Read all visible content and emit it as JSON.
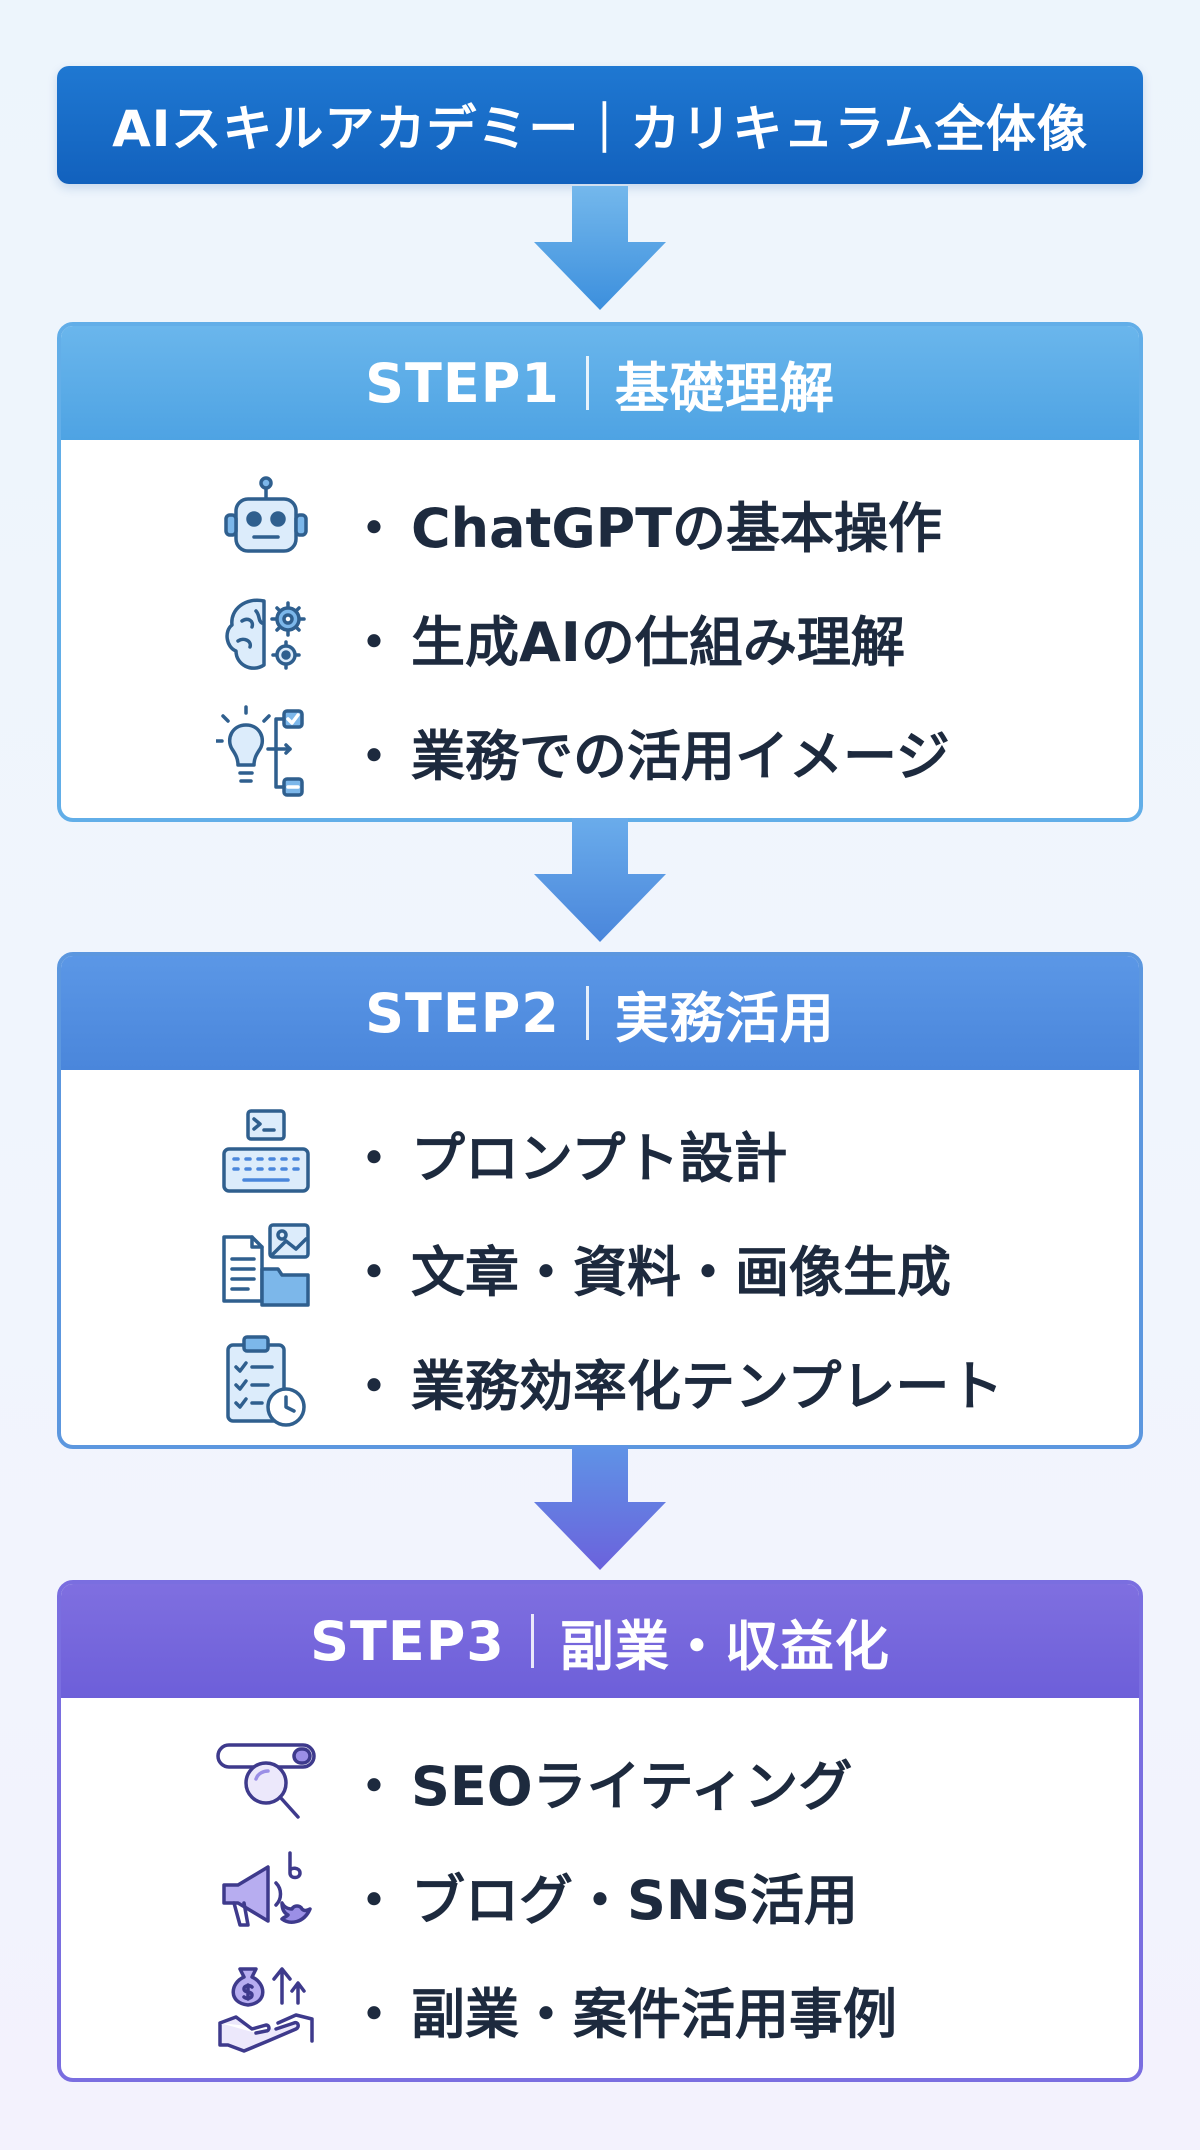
{
  "title": "AIスキルアカデミー｜カリキュラム全体像",
  "steps": [
    {
      "label": "STEP1",
      "name": "基礎理解",
      "items": [
        {
          "icon": "robot-icon",
          "text": "ChatGPTの基本操作"
        },
        {
          "icon": "brain-gears-icon",
          "text": "生成AIの仕組み理解"
        },
        {
          "icon": "lightbulb-flow-icon",
          "text": "業務での活用イメージ"
        }
      ]
    },
    {
      "label": "STEP2",
      "name": "実務活用",
      "items": [
        {
          "icon": "keyboard-terminal-icon",
          "text": "プロンプト設計"
        },
        {
          "icon": "document-image-folder-icon",
          "text": "文章・資料・画像生成"
        },
        {
          "icon": "clipboard-clock-icon",
          "text": "業務効率化テンプレート"
        }
      ]
    },
    {
      "label": "STEP3",
      "name": "副業・収益化",
      "items": [
        {
          "icon": "search-bar-magnifier-icon",
          "text": "SEOライティング"
        },
        {
          "icon": "megaphone-social-icon",
          "text": "ブログ・SNS活用"
        },
        {
          "icon": "money-handshake-icon",
          "text": "副業・案件活用事例"
        }
      ]
    }
  ],
  "colors": {
    "title_bg": "#1769c5",
    "step1": "#5aaae8",
    "step2": "#5590e1",
    "step3": "#7568dd",
    "text": "#1d2a3e"
  }
}
